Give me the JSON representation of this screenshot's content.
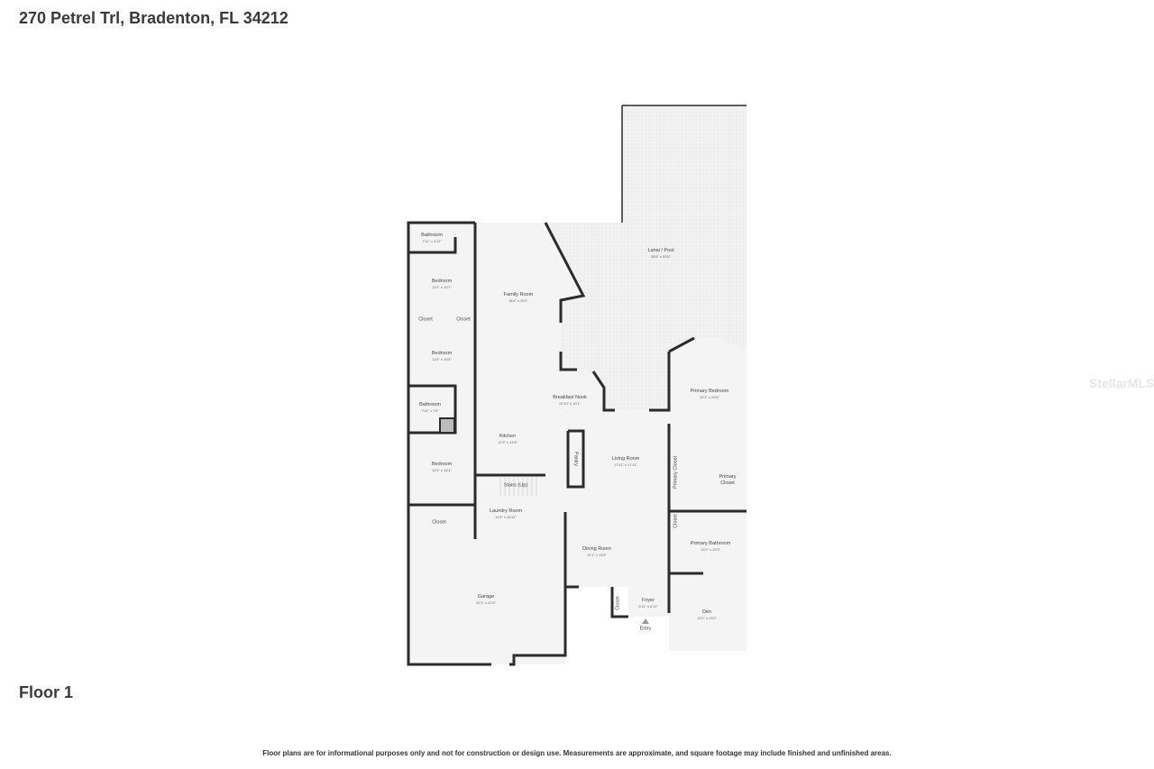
{
  "header": {
    "address": "270 Petrel Trl, Bradenton, FL 34212"
  },
  "floor_label": "Floor 1",
  "disclaimer": "Floor plans are for informational purposes only and not for construction or design use. Measurements are approximate, and square footage may include finished and unfinished areas.",
  "watermark": "StellarMLS",
  "rooms": [
    {
      "name": "Bathroom",
      "dims": "7'11\" x 4'11\""
    },
    {
      "name": "Bedroom",
      "dims": "11'4\" x 10'7\""
    },
    {
      "name": "Closet"
    },
    {
      "name": "Closet"
    },
    {
      "name": "Bedroom",
      "dims": "11'5\" x 10'5\""
    },
    {
      "name": "Bathroom",
      "dims": "7'11\" x 7'9\""
    },
    {
      "name": "Bedroom",
      "dims": "11'5\" x 15'1\""
    },
    {
      "name": "Closet"
    },
    {
      "name": "Family Room",
      "dims": "18'4\" x 20'1\""
    },
    {
      "name": "Lanai / Pool",
      "dims": "35'6\" x 53'5\""
    },
    {
      "name": "Breakfast Nook",
      "dims": "10'10\" x 10'1\""
    },
    {
      "name": "Kitchen",
      "dims": "12'3\" x 14'5\""
    },
    {
      "name": "Pantry"
    },
    {
      "name": "Stairs (Up)"
    },
    {
      "name": "Laundry Room",
      "dims": "11'3\" x 10'11\""
    },
    {
      "name": "Living Room",
      "dims": "17'11\" x 17'11\""
    },
    {
      "name": "Primary Bedroom",
      "dims": "12'1\" x 20'0\""
    },
    {
      "name": "Primary Closet"
    },
    {
      "name": "Primary Closet"
    },
    {
      "name": "Closet"
    },
    {
      "name": "Primary Bathroom",
      "dims": "13'2\" x 13'3\""
    },
    {
      "name": "Dining Room",
      "dims": "11'1\" x 13'3\""
    },
    {
      "name": "Garage",
      "dims": "22'1\" x 21'5\""
    },
    {
      "name": "Closet"
    },
    {
      "name": "Foyer",
      "dims": "6'11\" x 6'11\""
    },
    {
      "name": "Den",
      "dims": "13'2\" x 13'2\""
    }
  ],
  "entry_label": "Entry"
}
